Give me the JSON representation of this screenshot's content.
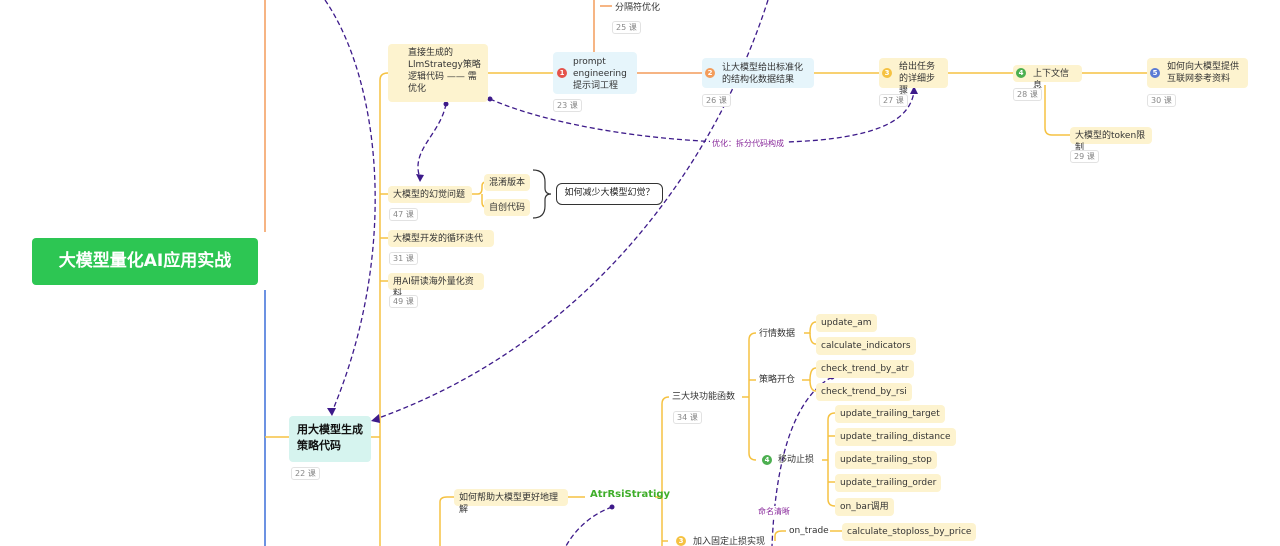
{
  "root": {
    "label": "大模型量化AI应用实战"
  },
  "main_branch": {
    "label": "用大模型生成策略代码",
    "lesson": "22 课"
  },
  "nodes": {
    "separator_opt": {
      "label": "分隔符优化",
      "lesson": "25 课"
    },
    "direct_gen": {
      "label": "直接生成的LlmStrategy策略逻辑代码 —— 需优化"
    },
    "prompt_eng": {
      "label": "prompt engineering提示词工程",
      "lesson": "23 课",
      "badge": "1"
    },
    "standardized": {
      "label": "让大模型给出标准化的结构化数据结果",
      "lesson": "26 课",
      "badge": "2"
    },
    "detail_steps": {
      "label": "给出任务的详细步骤",
      "lesson": "27 课",
      "badge": "3"
    },
    "context_info": {
      "label": "上下文信息",
      "lesson": "28 课",
      "badge": "4"
    },
    "web_ref": {
      "label": "如何向大模型提供互联网参考资料",
      "lesson": "30 课",
      "badge": "5"
    },
    "token_limit": {
      "label": "大模型的token限制",
      "lesson": "29 课"
    },
    "hallucination": {
      "label": "大模型的幻觉问题",
      "lesson": "47 课"
    },
    "mixed_version": {
      "label": "混淆版本"
    },
    "self_code": {
      "label": "自创代码"
    },
    "reduce_hallu": {
      "label": "如何减少大模型幻觉？"
    },
    "loop_iter": {
      "label": "大模型开发的循环迭代",
      "lesson": "31 课"
    },
    "overseas": {
      "label": "用AI研读海外量化资料",
      "lesson": "49 课"
    },
    "three_funcs": {
      "label": "三大块功能函数",
      "lesson": "34 课"
    },
    "market_data": {
      "label": "行情数据"
    },
    "update_am": {
      "label": "update_am"
    },
    "calc_ind": {
      "label": "calculate_indicators"
    },
    "open_pos": {
      "label": "策略开仓"
    },
    "trend_atr": {
      "label": "check_trend_by_atr"
    },
    "trend_rsi": {
      "label": "check_trend_by_rsi"
    },
    "trailing_stop": {
      "label": "移动止损",
      "badge": "4"
    },
    "ut_target": {
      "label": "update_trailing_target"
    },
    "ut_distance": {
      "label": "update_trailing_distance"
    },
    "ut_stop": {
      "label": "update_trailing_stop"
    },
    "ut_order": {
      "label": "update_trailing_order"
    },
    "on_bar": {
      "label": "on_bar调用"
    },
    "help_understand": {
      "label": "如何帮助大模型更好地理解"
    },
    "atr_strategy": {
      "label": "AtrRsiStratigy"
    },
    "fixed_stop": {
      "label": "加入固定止损实现",
      "badge": "3"
    },
    "on_trade": {
      "label": "on_trade"
    },
    "calc_stoploss": {
      "label": "calculate_stoploss_by_price"
    }
  },
  "relations": {
    "split_code": "优化：拆分代码构成",
    "naming": "命名清晰"
  },
  "colors": {
    "root": "#2dc653",
    "branch": "#d6f4ef",
    "yellow_node": "#fdf3cf",
    "cyan_node": "#e6f5fb",
    "line_orange": "#f39c5a",
    "line_blue": "#3b6fd8",
    "line_yellow": "#f5c242",
    "relation": "#3d1a8a"
  }
}
